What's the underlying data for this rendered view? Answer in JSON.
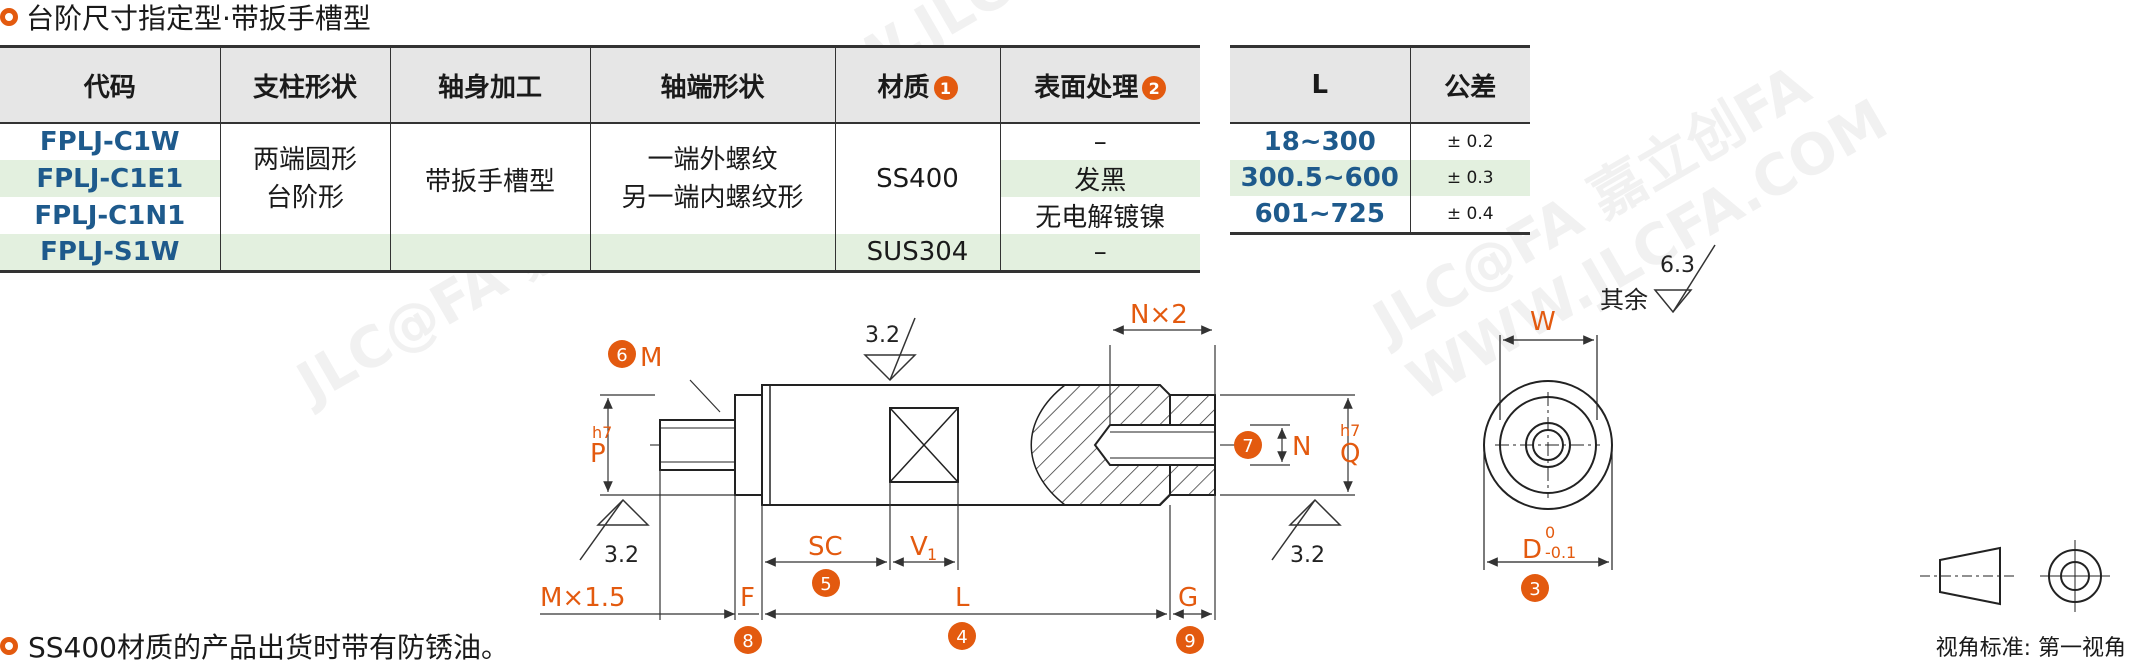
{
  "title": "台阶尺寸指定型·带扳手槽型",
  "spec_table": {
    "headers": [
      "代码",
      "支柱形状",
      "轴身加工",
      "轴端形状",
      "材质",
      "表面处理"
    ],
    "header_badges": {
      "material": "1",
      "surface": "2"
    },
    "codes": [
      "FPLJ-C1W",
      "FPLJ-C1E1",
      "FPLJ-C1N1",
      "FPLJ-S1W"
    ],
    "pillar_shape": [
      "两端圆形",
      "台阶形"
    ],
    "shaft_process": "带扳手槽型",
    "end_shape": [
      "一端外螺纹",
      "另一端内螺纹形"
    ],
    "material": [
      "SS400",
      "SUS304"
    ],
    "surface": [
      "–",
      "发黑",
      "无电解镀镍",
      "–"
    ]
  },
  "tolerance_table": {
    "headers": [
      "L",
      "公差"
    ],
    "rows": [
      {
        "range": "18~300",
        "tol": "± 0.2"
      },
      {
        "range": "300.5~600",
        "tol": "± 0.3"
      },
      {
        "range": "601~725",
        "tol": "± 0.4"
      }
    ]
  },
  "drawing": {
    "labels": {
      "M": "M",
      "P": "P",
      "h7": "h7",
      "Q": "Q",
      "N": "N",
      "Nx2": "N×2",
      "SC": "SC",
      "V": "V",
      "V_sub": "1",
      "L": "L",
      "F": "F",
      "G": "G",
      "Mx": "M×1.5",
      "W": "W",
      "D": "D",
      "D_upper": "0",
      "D_lower": "-0.1",
      "rough_32": "3.2",
      "rough_63": "6.3",
      "other": "其余"
    },
    "badges": [
      "6",
      "7",
      "5",
      "8",
      "4",
      "9",
      "3"
    ]
  },
  "watermark": "JLC@FA 嘉立创FA WWW.JLCFA.COM",
  "footer_note": "SS400材质的产品出货时带有防锈油。",
  "view_standard": "视角标准: 第一视角",
  "colors": {
    "accent": "#e35a0f",
    "code_blue": "#1e5a8c",
    "row_green": "#e3f0df",
    "header_gray": "#e6e6e6"
  }
}
